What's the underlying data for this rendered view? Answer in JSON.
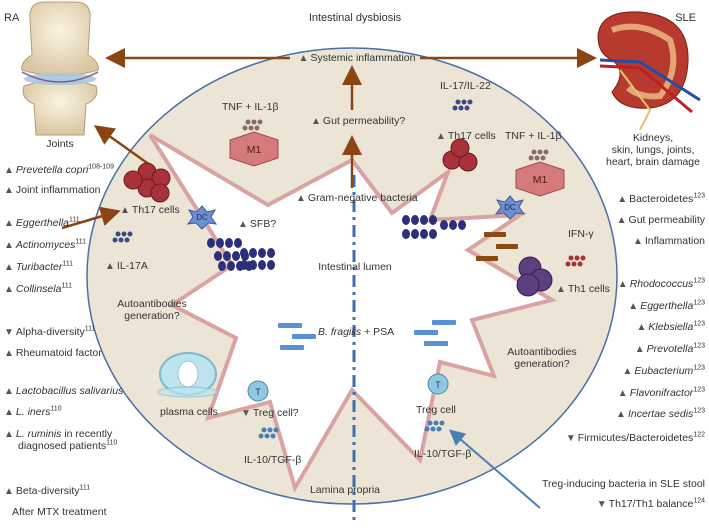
{
  "header": {
    "left": "RA",
    "center": "Intestinal dysbiosis",
    "right": "SLE",
    "systemic": "Systemic inflammation"
  },
  "center": {
    "gut_permeability": "Gut permeability?",
    "gram_negative": "Gram-negative bacteria",
    "intestinal_lumen": "Intestinal lumen",
    "bfragilis_italic": "B. fragilis",
    "bfragilis_rest": " + PSA",
    "lamina_propria": "Lamina propria"
  },
  "ra_side": {
    "tnf_il1b": "TNF + IL-1β",
    "m1": "M1",
    "th17": "Th17 cells",
    "dc": "DC",
    "sfb": "SFB?",
    "il17a": "IL-17A",
    "autoantibodies": [
      "Autoantibodies",
      "generation?"
    ],
    "plasma_cells": "plasma cells",
    "t": "T",
    "treg": "Treg cell?",
    "il10": "IL-10/TGF-β"
  },
  "sle_side": {
    "il17_il22": "IL-17/IL-22",
    "th17": "Th17 cells",
    "tnf_il1b": "TNF + IL-1β",
    "m1": "M1",
    "dc": "DC",
    "ifn": "IFN-γ",
    "th1": "Th1 cells",
    "autoantibodies": [
      "Autoantibodies",
      "generation?"
    ],
    "t": "T",
    "treg": "Treg cell",
    "il10": "IL-10/TGF-β"
  },
  "left_panel": {
    "joints": "Joints",
    "items": [
      {
        "up": true,
        "text": "Prevetella copri",
        "italic": true,
        "sup": "108-109"
      },
      {
        "up": true,
        "text": "Joint inflammation",
        "italic": false,
        "sup": ""
      },
      {
        "up": true,
        "text": "Eggerthella",
        "italic": true,
        "sup": "111"
      },
      {
        "up": true,
        "text": "Actinomyces",
        "italic": true,
        "sup": "111"
      },
      {
        "up": true,
        "text": "Turibacter",
        "italic": true,
        "sup": "111"
      },
      {
        "up": true,
        "text": "Collinsela",
        "italic": true,
        "sup": "111"
      },
      {
        "up": false,
        "text": "Alpha-diversity",
        "italic": false,
        "sup": "111"
      },
      {
        "up": true,
        "text": "Rheumatoid factor",
        "italic": false,
        "sup": ""
      },
      {
        "up": true,
        "text": "Lactobacillus salivarius",
        "italic": true,
        "sup": ""
      },
      {
        "up": true,
        "text": "L. iners",
        "italic": true,
        "sup": "110"
      },
      {
        "up": true,
        "text": "L. ruminis",
        "italic": true,
        "suffix": " in recently",
        "sup": ""
      },
      {
        "up": null,
        "text": "diagnosed patients",
        "italic": false,
        "sup": "110"
      },
      {
        "up": true,
        "text": "Beta-diversity",
        "italic": false,
        "sup": "111"
      },
      {
        "up": null,
        "text": "After MTX treatment",
        "italic": false,
        "sup": ""
      }
    ]
  },
  "right_panel": {
    "organs": [
      "Kidneys,",
      "skin, lungs, joints,",
      "heart, brain damage"
    ],
    "items": [
      {
        "up": true,
        "text": "Bacteroidetes",
        "italic": false,
        "sup": "123"
      },
      {
        "up": true,
        "text": "Gut permeability",
        "italic": false,
        "sup": ""
      },
      {
        "up": true,
        "text": "Inflammation",
        "italic": false,
        "sup": ""
      },
      {
        "up": true,
        "text": "Rhodococcus",
        "italic": true,
        "sup": "123"
      },
      {
        "up": true,
        "text": "Eggerthella",
        "italic": true,
        "sup": "123"
      },
      {
        "up": true,
        "text": "Klebsiella",
        "italic": true,
        "sup": "123"
      },
      {
        "up": true,
        "text": "Prevotella",
        "italic": true,
        "sup": "123"
      },
      {
        "up": true,
        "text": "Eubacterium",
        "italic": true,
        "sup": "123"
      },
      {
        "up": true,
        "text": "Flavonifractor",
        "italic": true,
        "sup": "123"
      },
      {
        "up": true,
        "text": "Incertae sedis",
        "italic": true,
        "sup": "123"
      },
      {
        "up": false,
        "text": "Firmicutes/Bacteroidetes",
        "italic": false,
        "sup": "122"
      },
      {
        "up": null,
        "text": "Treg-inducing bacteria in SLE stool",
        "italic": false,
        "sup": ""
      },
      {
        "up": false,
        "text": "Th17/Th1 balance",
        "italic": false,
        "sup": "124"
      }
    ]
  },
  "colors": {
    "ellipse_fill": "#ece5d6",
    "star_stroke": "#d9a3a3",
    "arrow_brown": "#8b4513",
    "bacteria": "#2c2f7a",
    "th17": "#a8323a",
    "m1": "#d47a7a",
    "dc": "#6f8fcf",
    "bfragilis": "#5b8fd6",
    "treg": "#8fc8e0",
    "th1": "#5b3f7e",
    "treg_arrow": "#4a7fb5"
  }
}
